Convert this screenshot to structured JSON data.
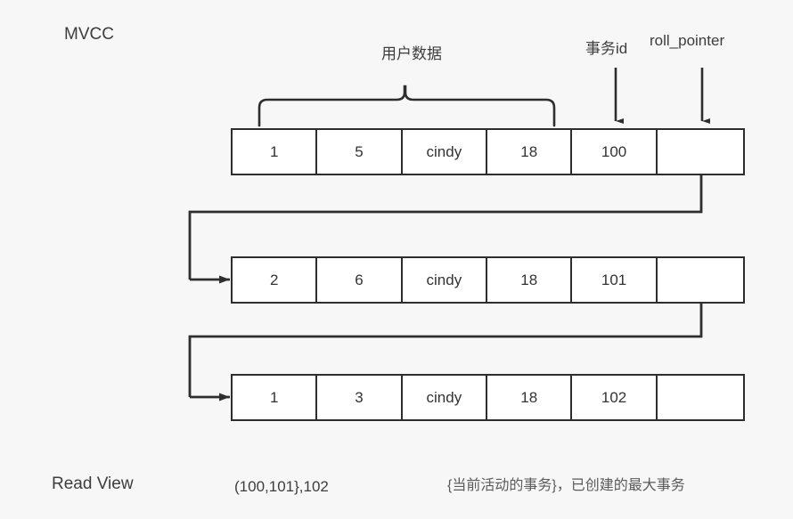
{
  "diagram": {
    "title": "MVCC",
    "background_color": "#f7f7f7",
    "line_color": "#2e2e2e",
    "text_color": "#3d3d3d",
    "annotations": {
      "user_data": "用户数据",
      "transaction_id": "事务id",
      "roll_pointer": "roll_pointer"
    },
    "rows": [
      {
        "cells": [
          "1",
          "5",
          "cindy",
          "18",
          "100",
          ""
        ]
      },
      {
        "cells": [
          "2",
          "6",
          "cindy",
          "18",
          "101",
          ""
        ]
      },
      {
        "cells": [
          "1",
          "3",
          "cindy",
          "18",
          "102",
          ""
        ]
      }
    ],
    "footer": {
      "label": "Read View",
      "value": "(100,101},102",
      "note": "{当前活动的事务}，已创建的最大事务"
    }
  }
}
